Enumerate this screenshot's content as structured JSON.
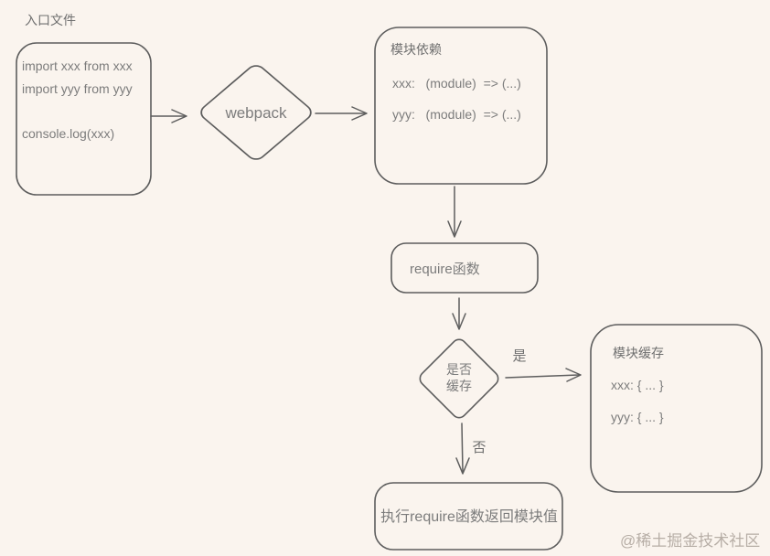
{
  "colors": {
    "background": "#FAF4EE",
    "stroke": "#5D5D5D",
    "text": "#7C7C7C",
    "watermark": "#B7AEA6"
  },
  "nodes": {
    "entry": {
      "label": "入口文件",
      "lines": [
        "import xxx from xxx",
        "import yyy from yyy",
        "console.log(xxx)"
      ]
    },
    "webpack": {
      "label": "webpack"
    },
    "module_deps": {
      "title": "模块依赖",
      "lines": [
        "xxx:   (module)  => (...)",
        "yyy:   (module)  => (...)"
      ]
    },
    "require_fn": {
      "label": "require函数"
    },
    "cache_check": {
      "label_line1": "是否",
      "label_line2": "缓存"
    },
    "module_cache": {
      "title": "模块缓存",
      "lines": [
        "xxx: { ... }",
        "yyy: { ... }"
      ]
    },
    "execute": {
      "label": "执行require函数返回模块值"
    }
  },
  "edges": {
    "yes_label": "是",
    "no_label": "否"
  },
  "watermark": "@稀土掘金技术社区"
}
